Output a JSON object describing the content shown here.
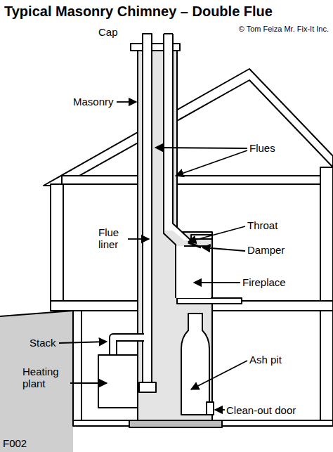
{
  "diagram": {
    "title": "Typical Masonry Chimney – Double Flue",
    "labels": [
      "© Tom Feiza Mr. Fix-It Inc.",
      "Cap",
      "Masonry",
      "Flues",
      "Throat",
      "Damper",
      "Flue liner",
      "Fireplace",
      "Stack",
      "Ash pit",
      "Heating plant",
      "Clean-out door",
      "F002"
    ]
  }
}
